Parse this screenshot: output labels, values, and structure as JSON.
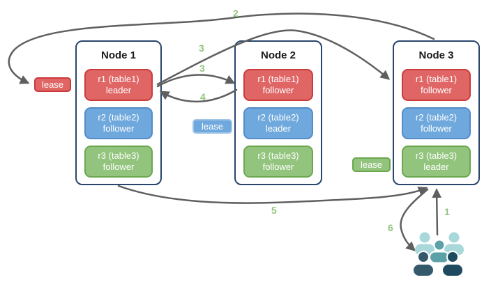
{
  "diagram": {
    "nodes": [
      {
        "title": "Node 1",
        "replicas": [
          {
            "name": "r1 (table1)",
            "role": "leader",
            "color": "red"
          },
          {
            "name": "r2 (table2)",
            "role": "follower",
            "color": "blue"
          },
          {
            "name": "r3 (table3)",
            "role": "follower",
            "color": "green"
          }
        ]
      },
      {
        "title": "Node 2",
        "replicas": [
          {
            "name": "r1 (table1)",
            "role": "follower",
            "color": "red"
          },
          {
            "name": "r2 (table2)",
            "role": "leader",
            "color": "blue"
          },
          {
            "name": "r3 (table3)",
            "role": "follower",
            "color": "green"
          }
        ]
      },
      {
        "title": "Node 3",
        "replicas": [
          {
            "name": "r1 (table1)",
            "role": "follower",
            "color": "red"
          },
          {
            "name": "r2 (table2)",
            "role": "follower",
            "color": "blue"
          },
          {
            "name": "r3 (table3)",
            "role": "leader",
            "color": "green"
          }
        ]
      }
    ],
    "leases": [
      {
        "label": "lease",
        "variant": "red"
      },
      {
        "label": "lease",
        "variant": "blue"
      },
      {
        "label": "lease",
        "variant": "green"
      }
    ],
    "step_labels": [
      "2",
      "3",
      "3",
      "4",
      "5",
      "1",
      "6"
    ],
    "icons": {
      "users_group": "users-icon"
    },
    "palette": {
      "red_fill": "#e06666",
      "red_border": "#cc3b3b",
      "blue_fill": "#6fa8dc",
      "blue_border": "#548cc9",
      "green_fill": "#93c47d",
      "green_border": "#6aa84f",
      "node_border": "#28456c",
      "arrow": "#5f5f5f",
      "step_label": "#93c47d",
      "users_light": "#a9d8da",
      "users_medium": "#5ba1a7",
      "users_dark": "#33596b",
      "users_darker": "#1d4a5f"
    }
  }
}
